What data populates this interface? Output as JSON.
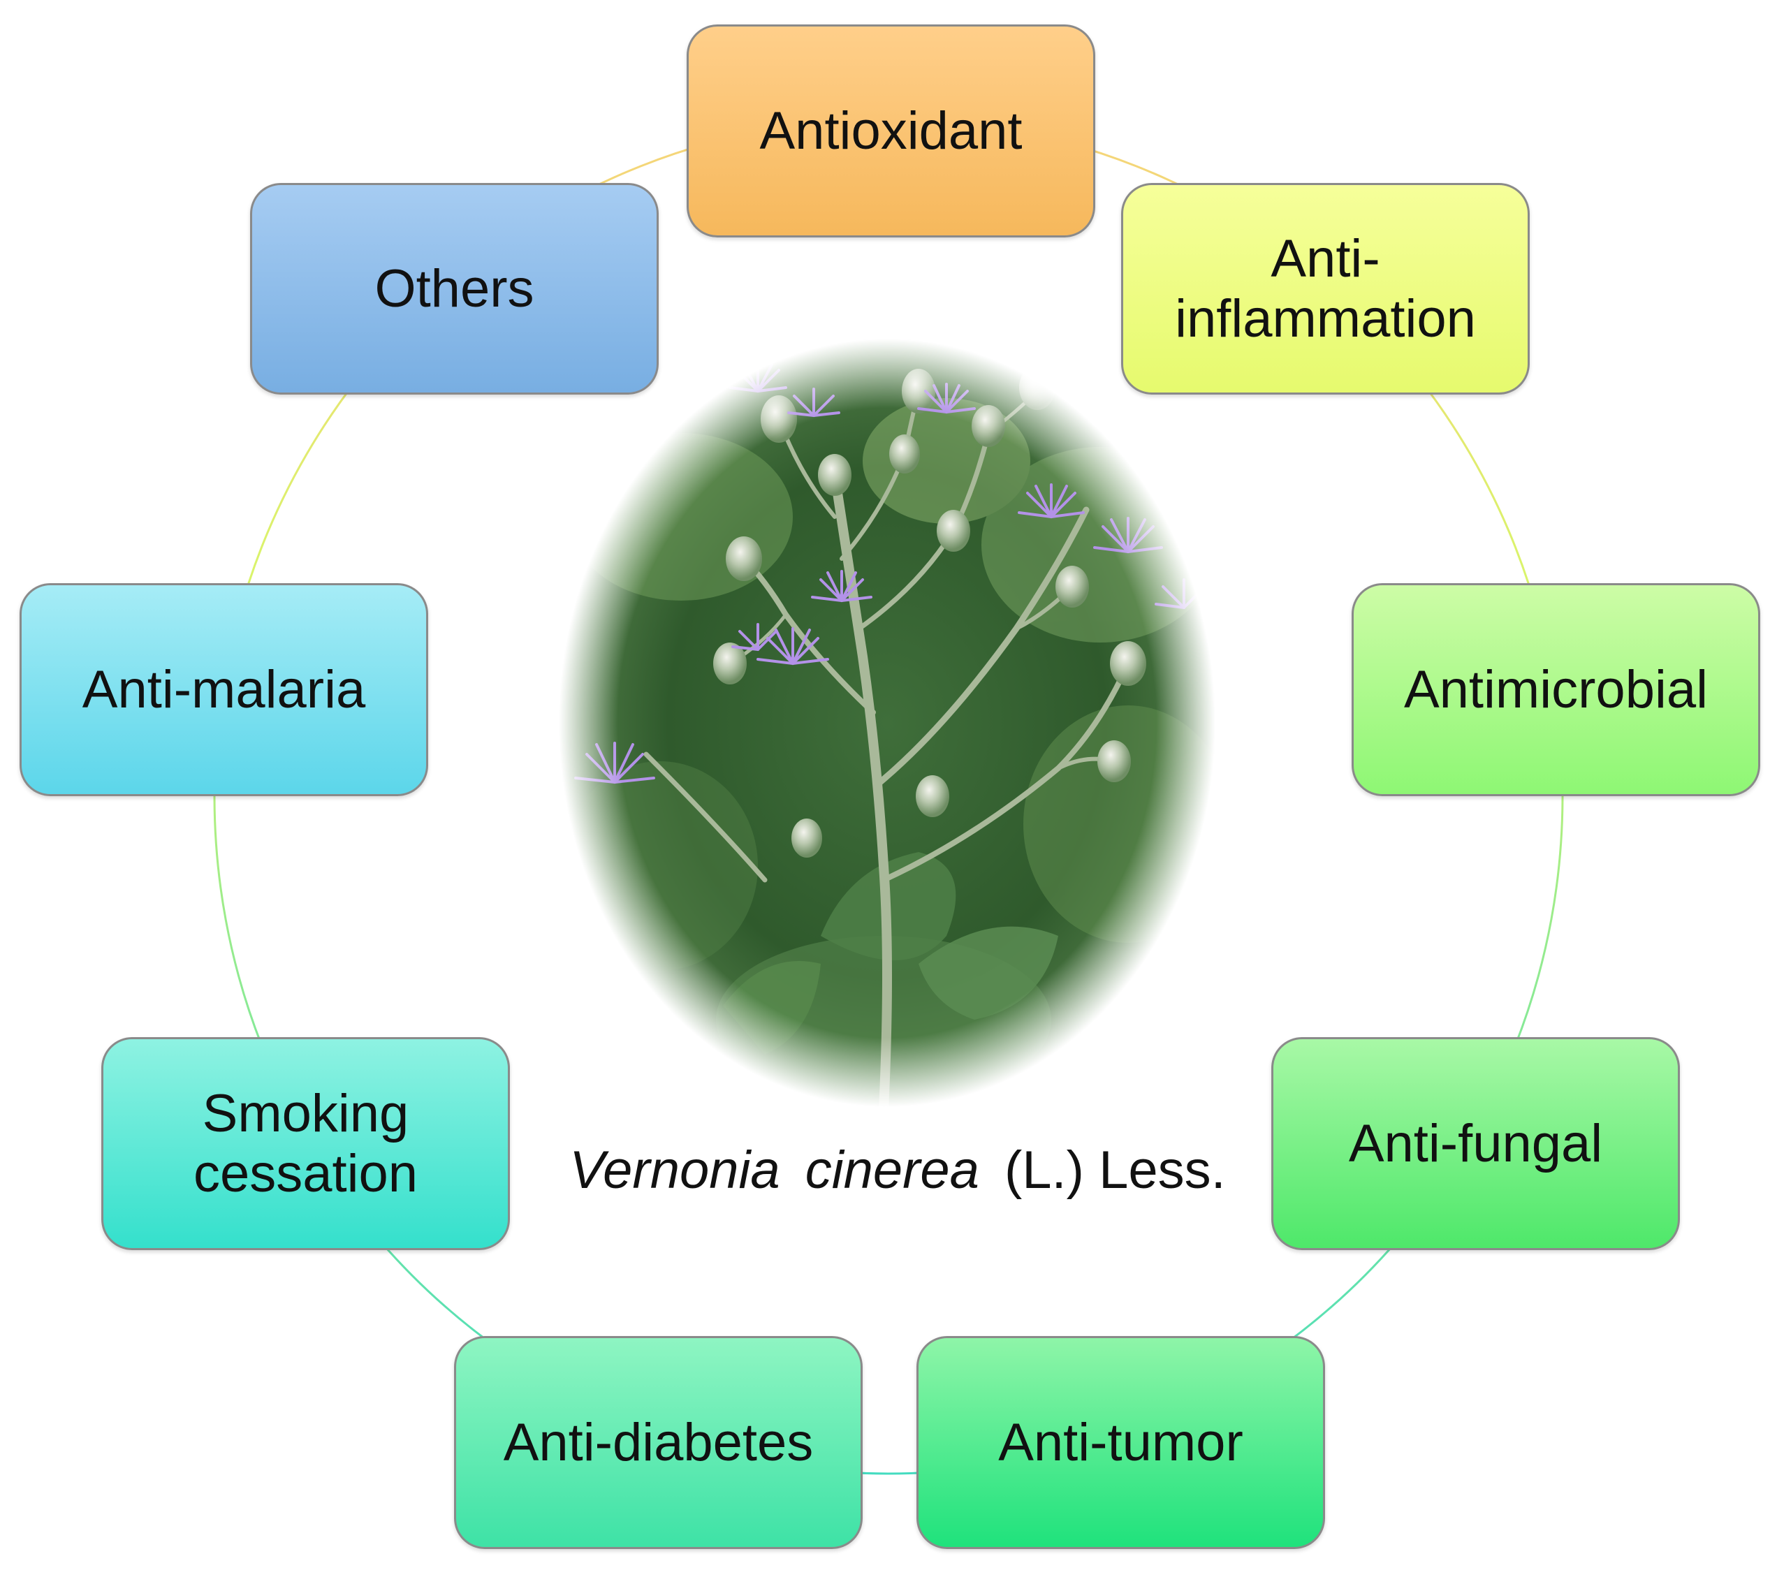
{
  "nodes": [
    {
      "id": "antioxidant",
      "label": "Antioxidant",
      "top": "#ffcf8a",
      "bottom": "#f6b85c"
    },
    {
      "id": "anti-inflammation",
      "label": "Anti-\ninflammation",
      "top": "#f6ff9a",
      "bottom": "#e6fa6e"
    },
    {
      "id": "antimicrobial",
      "label": "Antimicrobial",
      "top": "#cdfca6",
      "bottom": "#8ef774"
    },
    {
      "id": "anti-fungal",
      "label": "Anti-fungal",
      "top": "#a8f8a6",
      "bottom": "#4ee86a"
    },
    {
      "id": "anti-tumor",
      "label": "Anti-tumor",
      "top": "#8ef5a8",
      "bottom": "#1fe27c"
    },
    {
      "id": "anti-diabetes",
      "label": "Anti-diabetes",
      "top": "#8ef5c2",
      "bottom": "#3ee2a6"
    },
    {
      "id": "smoking-cessation",
      "label": "Smoking\ncessation",
      "top": "#8ef2e2",
      "bottom": "#34e0cc"
    },
    {
      "id": "anti-malaria",
      "label": "Anti-malaria",
      "top": "#a6ecf6",
      "bottom": "#5cd6ea"
    },
    {
      "id": "others",
      "label": "Others",
      "top": "#a6ccf2",
      "bottom": "#78aee2"
    }
  ],
  "caption": {
    "genus": "Vernonia",
    "species": "cinerea",
    "authority": "(L.) Less."
  }
}
